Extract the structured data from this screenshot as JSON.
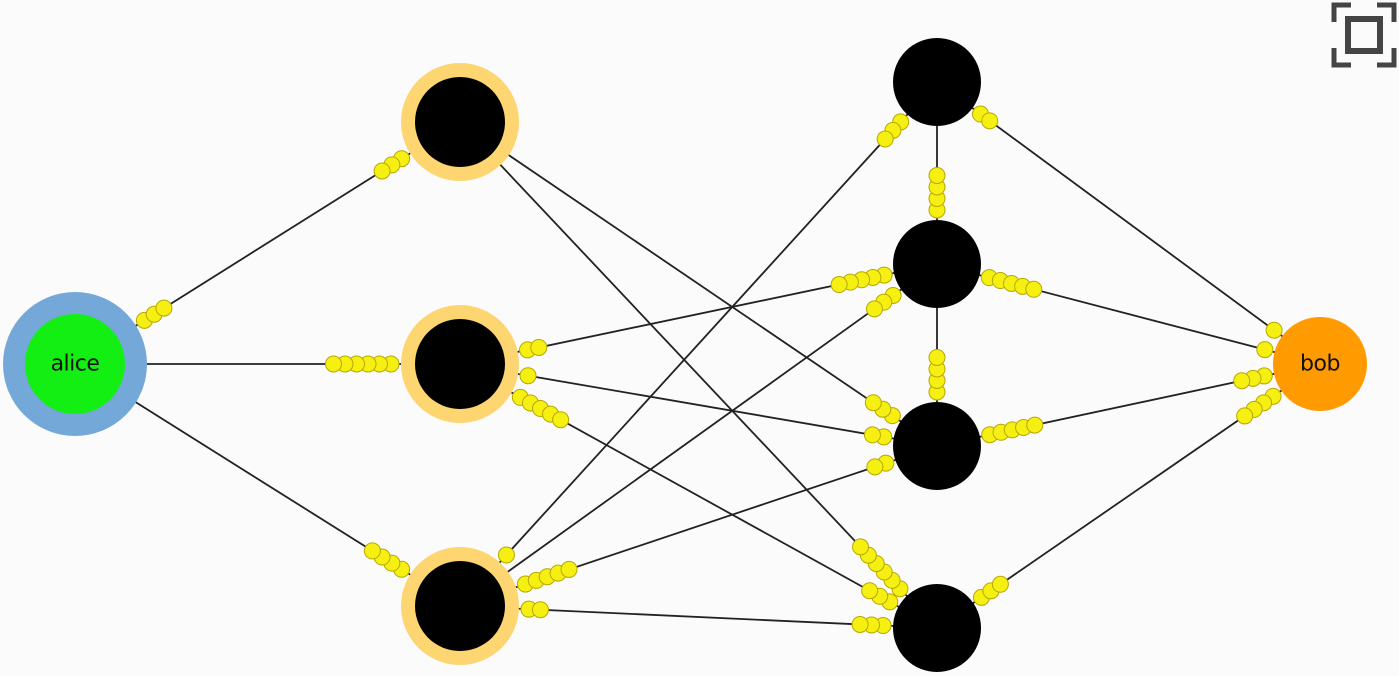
{
  "colors": {
    "edge": "#222222",
    "packet": "#f5ef12",
    "packet_stroke": "#b8a800",
    "sender_ring": "#74a8d8",
    "sender_fill": "#13ee13",
    "receiver_fill": "#ff9a00",
    "hop_ring": "#fdd571",
    "node_fill": "#000000",
    "icon": "#444444"
  },
  "toolbar": {
    "fullscreen_icon": "fullscreen-icon"
  },
  "nodes": [
    {
      "id": "alice",
      "label": "alice",
      "role": "sender"
    },
    {
      "id": "a1",
      "label": "",
      "role": "hop"
    },
    {
      "id": "a2",
      "label": "",
      "role": "hop"
    },
    {
      "id": "a3",
      "label": "",
      "role": "hop"
    },
    {
      "id": "b1",
      "label": "",
      "role": "node"
    },
    {
      "id": "b2",
      "label": "",
      "role": "node"
    },
    {
      "id": "b3",
      "label": "",
      "role": "node"
    },
    {
      "id": "b4",
      "label": "",
      "role": "node"
    },
    {
      "id": "bob",
      "label": "bob",
      "role": "receiver"
    }
  ],
  "edges": [
    {
      "from": "alice",
      "to": "a1",
      "packets_from": 3,
      "packets_to": 3
    },
    {
      "from": "alice",
      "to": "a2",
      "packets_from": 0,
      "packets_to": 6
    },
    {
      "from": "alice",
      "to": "a3",
      "packets_from": 0,
      "packets_to": 4
    },
    {
      "from": "a1",
      "to": "b3",
      "packets_from": 0,
      "packets_to": 3
    },
    {
      "from": "a1",
      "to": "b4",
      "packets_from": 0,
      "packets_to": 6
    },
    {
      "from": "a2",
      "to": "b2",
      "packets_from": 2,
      "packets_to": 5
    },
    {
      "from": "a2",
      "to": "b3",
      "packets_from": 1,
      "packets_to": 2
    },
    {
      "from": "a2",
      "to": "b4",
      "packets_from": 5,
      "packets_to": 3
    },
    {
      "from": "a3",
      "to": "b1",
      "packets_from": 1,
      "packets_to": 3
    },
    {
      "from": "a3",
      "to": "b2",
      "packets_from": 0,
      "packets_to": 3
    },
    {
      "from": "a3",
      "to": "b3",
      "packets_from": 5,
      "packets_to": 2
    },
    {
      "from": "a3",
      "to": "b4",
      "packets_from": 2,
      "packets_to": 3
    },
    {
      "from": "b1",
      "to": "b2",
      "packets_from": 0,
      "packets_to": 4
    },
    {
      "from": "b2",
      "to": "b3",
      "packets_from": 0,
      "packets_to": 4
    },
    {
      "from": "b1",
      "to": "bob",
      "packets_from": 2,
      "packets_to": 1
    },
    {
      "from": "b2",
      "to": "bob",
      "packets_from": 5,
      "packets_to": 1
    },
    {
      "from": "b3",
      "to": "bob",
      "packets_from": 5,
      "packets_to": 3
    },
    {
      "from": "b4",
      "to": "bob",
      "packets_from": 3,
      "packets_to": 4
    }
  ]
}
